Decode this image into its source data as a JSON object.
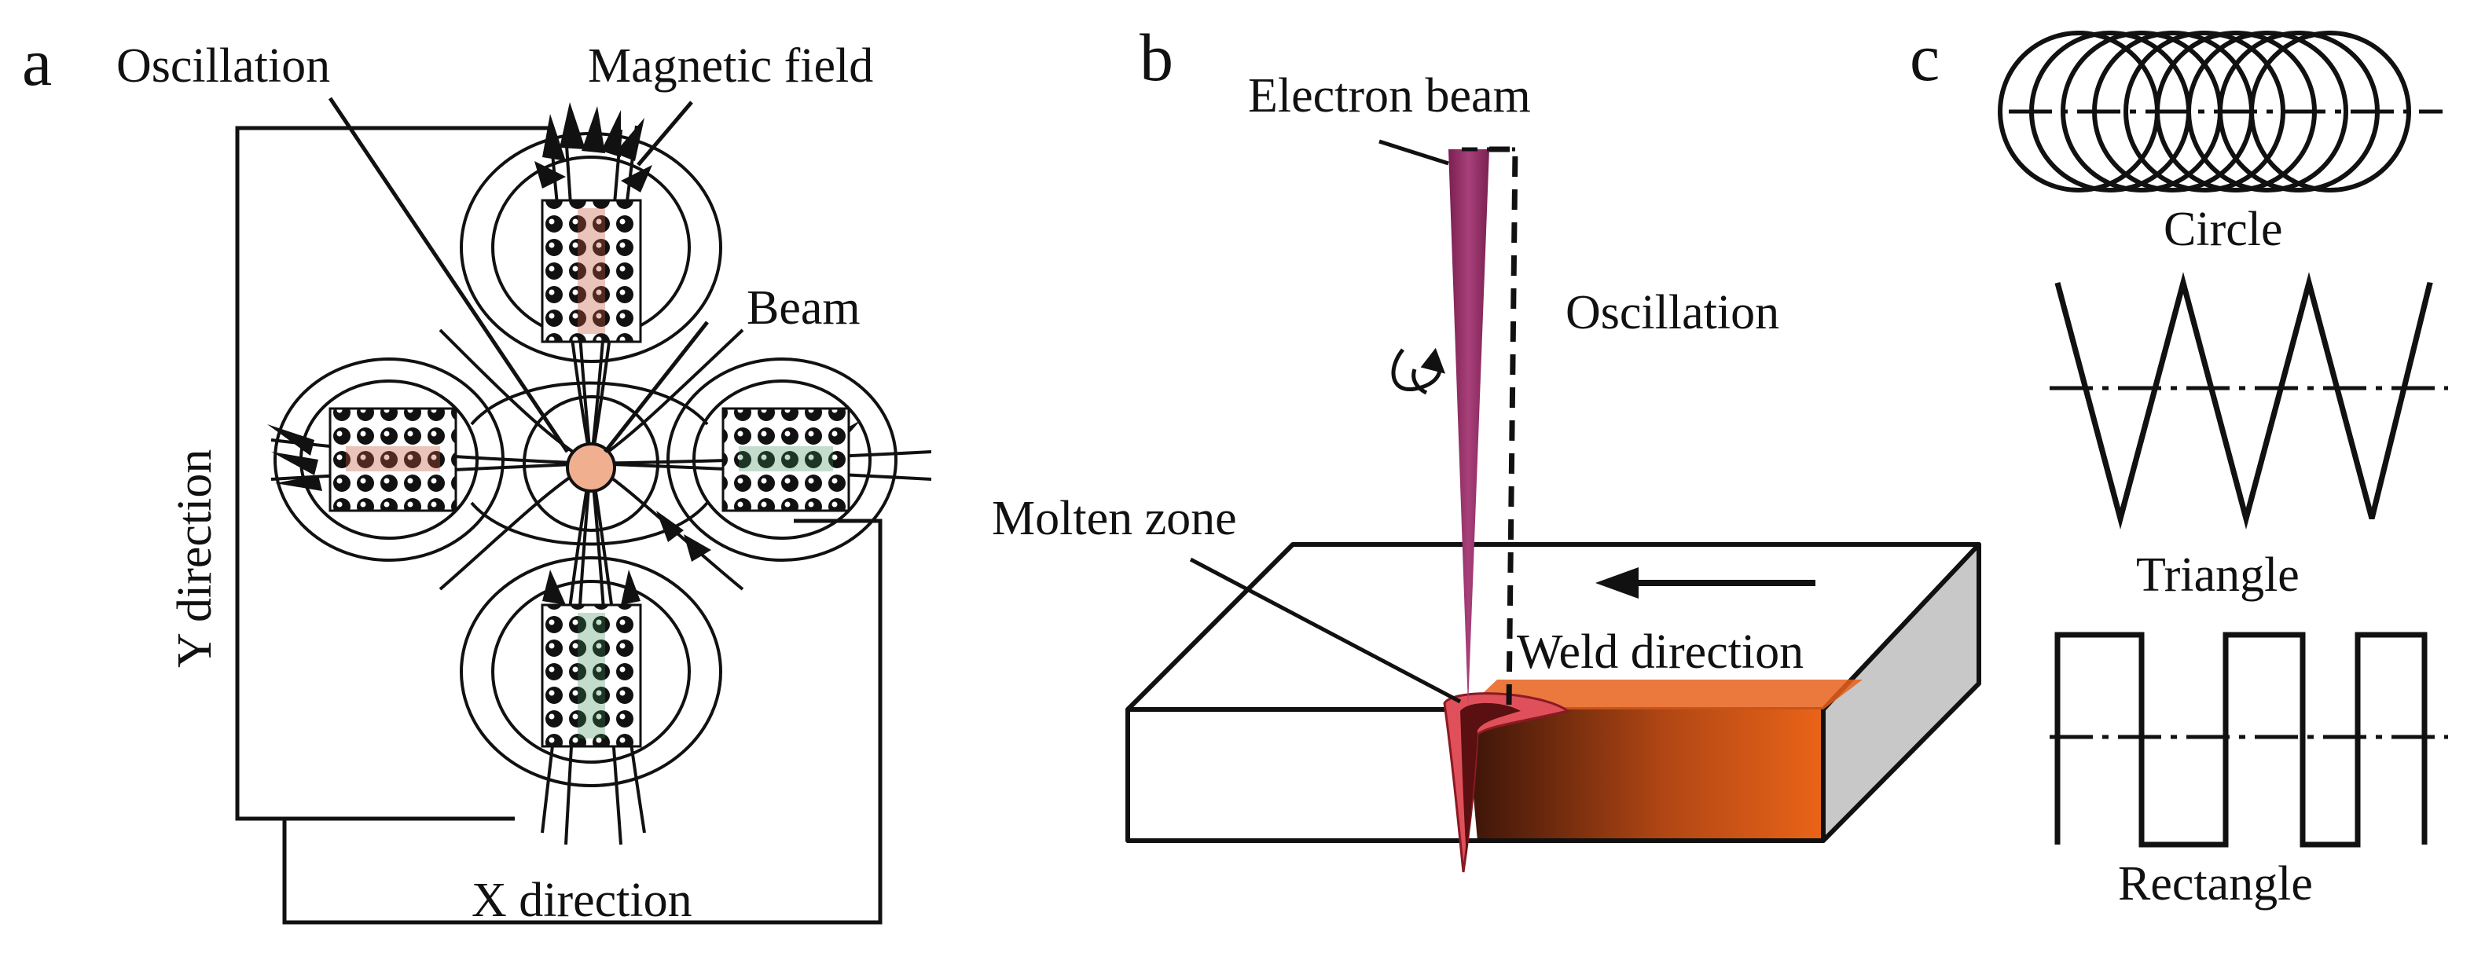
{
  "panels": {
    "a": {
      "letter": "a",
      "labels": {
        "oscillation": "Oscillation",
        "magnetic_field": "Magnetic field",
        "beam": "Beam",
        "y_direction": "Y direction",
        "x_direction": "X direction"
      }
    },
    "b": {
      "letter": "b",
      "labels": {
        "electron_beam": "Electron beam",
        "oscillation": "Oscillation",
        "molten_zone": "Molten zone",
        "weld_direction": "Weld direction"
      }
    },
    "c": {
      "letter": "c",
      "patterns": [
        "Circle",
        "Triangle",
        "Rectangle"
      ]
    }
  },
  "colors": {
    "beam": "#8b2a5e",
    "weld_dark": "#3a1408",
    "weld_bright": "#e8601a",
    "block_side": "#c8c8c8",
    "molten_pool": "#e0505a",
    "beam_center": "#f0b090"
  }
}
